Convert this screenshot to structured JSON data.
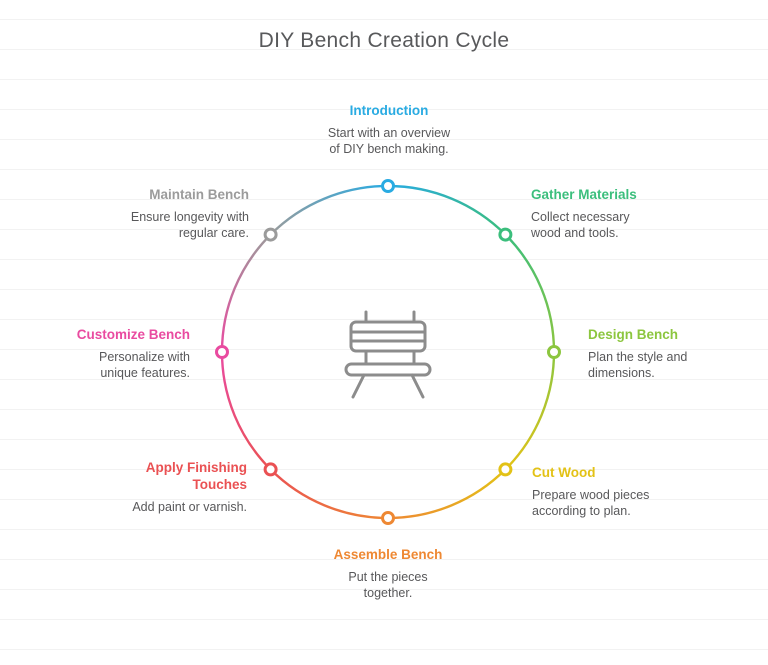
{
  "title": "DIY Bench Creation Cycle",
  "center_icon": "bench-icon",
  "icon_color": "#8C8C8C",
  "steps": [
    {
      "label": "Introduction",
      "color": "#29ABE2",
      "desc": [
        "Start with an overview",
        "of DIY bench making."
      ]
    },
    {
      "label": "Gather Materials",
      "color": "#3BBE7C",
      "desc": [
        "Collect necessary",
        "wood and tools."
      ]
    },
    {
      "label": "Design Bench",
      "color": "#8CC63F",
      "desc": [
        "Plan the style and",
        "dimensions."
      ]
    },
    {
      "label": "Cut Wood",
      "color": "#E3C216",
      "desc": [
        "Prepare wood pieces",
        "according to plan."
      ]
    },
    {
      "label": "Assemble Bench",
      "color": "#EE8833",
      "desc": [
        "Put the pieces",
        "together."
      ]
    },
    {
      "label": "Apply Finishing Touches",
      "color": "#EA5153",
      "desc": [
        "Add paint or varnish."
      ]
    },
    {
      "label": "Customize Bench",
      "color": "#E94BA0",
      "desc": [
        "Personalize with",
        "unique features."
      ]
    },
    {
      "label": "Maintain Bench",
      "color": "#9B9B9B",
      "desc": [
        "Ensure longevity with",
        "regular care."
      ]
    }
  ]
}
